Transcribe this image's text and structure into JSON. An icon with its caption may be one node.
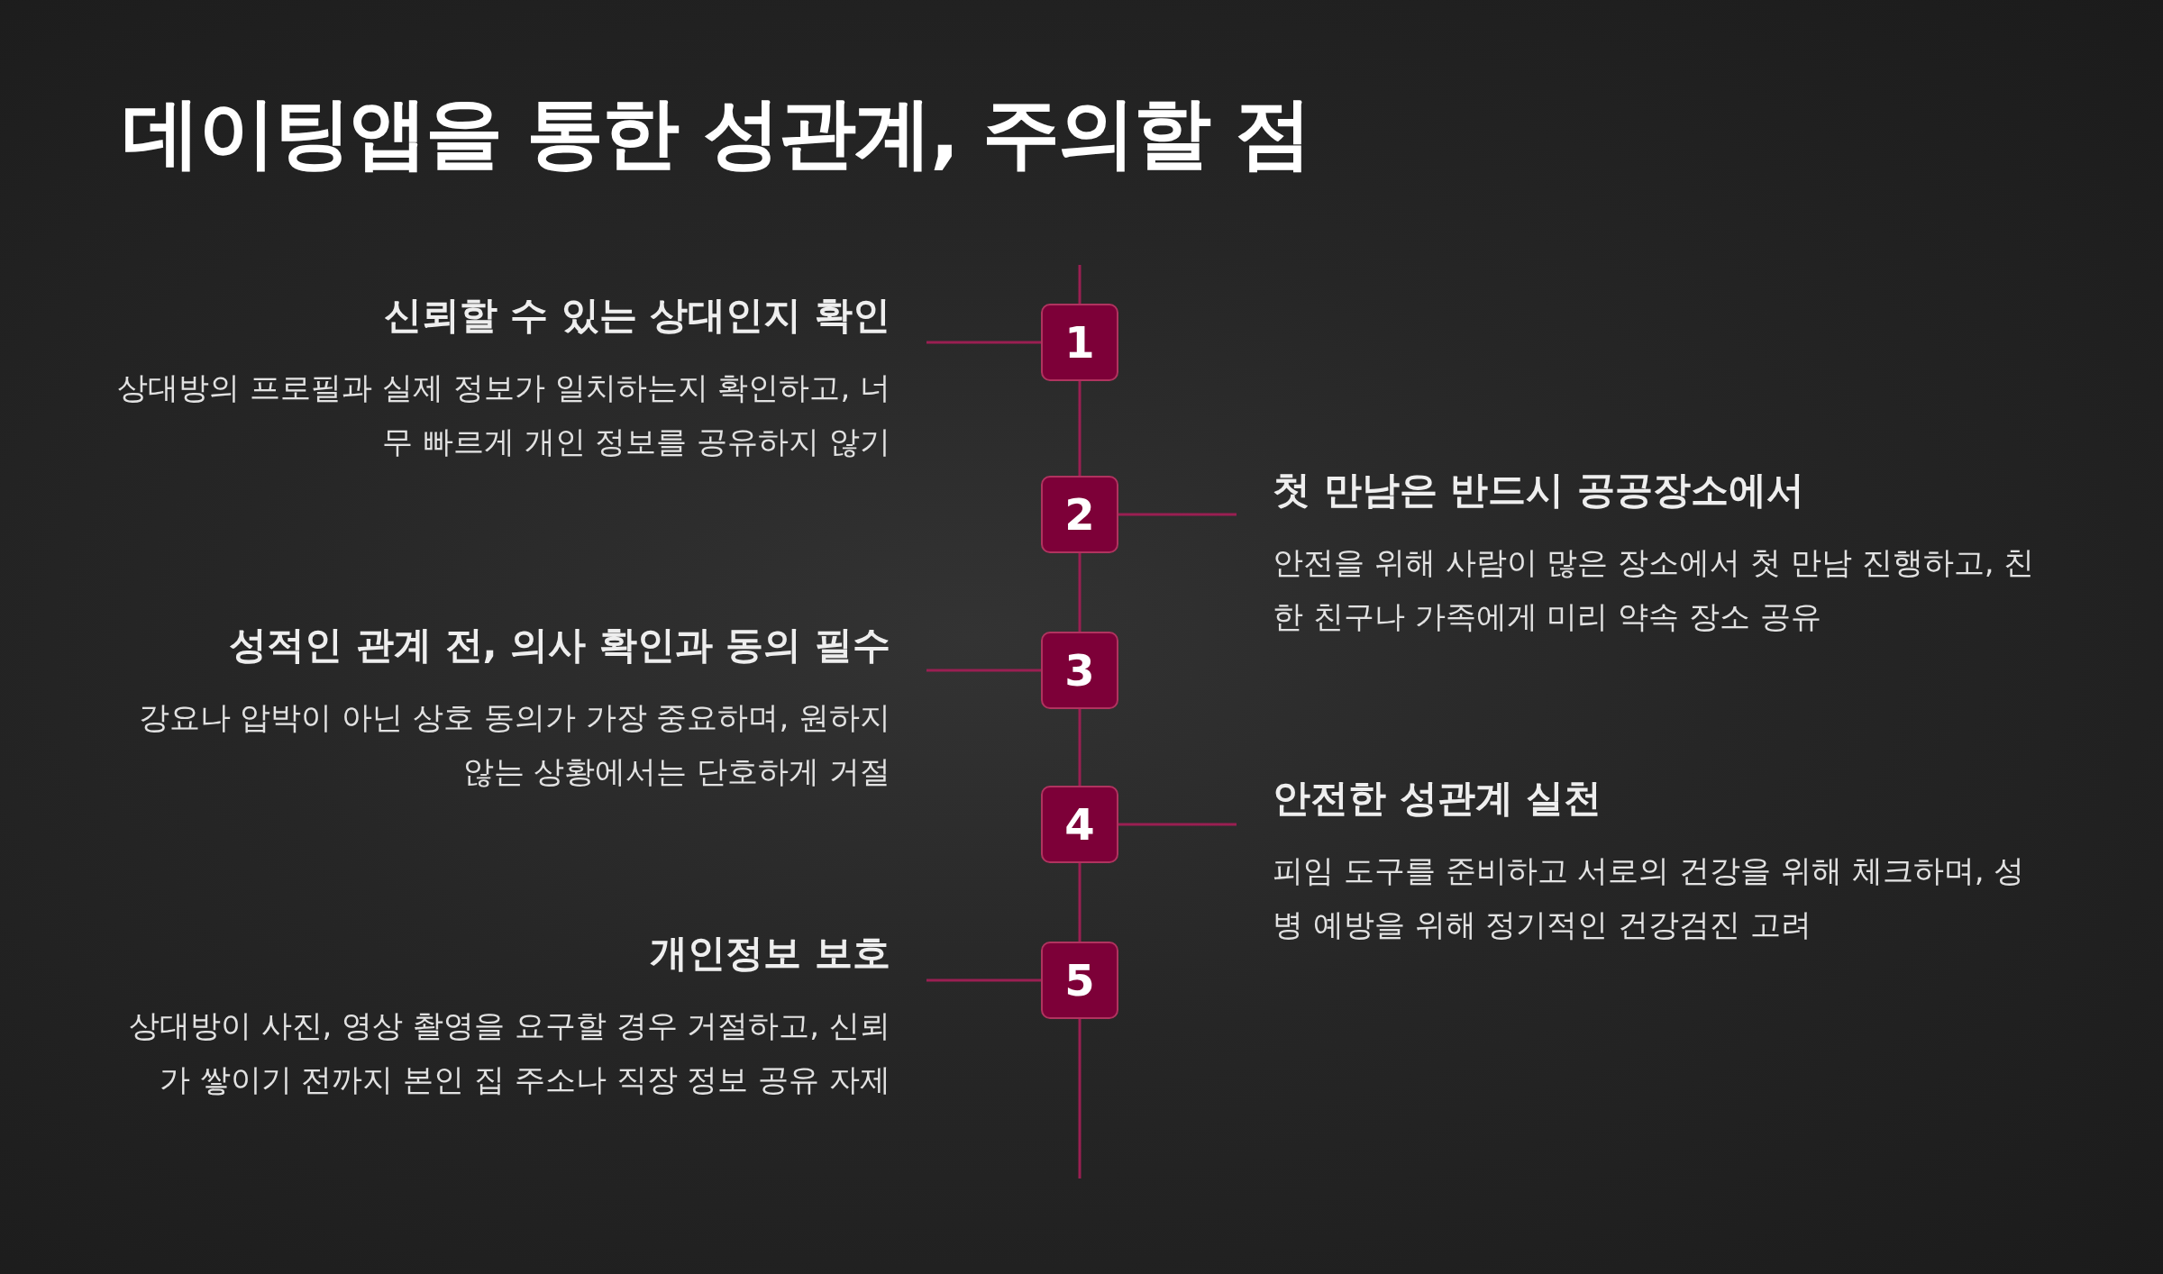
{
  "diagram": {
    "title": "데이팅앱을 통한 성관계, 주의할 점",
    "nodes": [
      {
        "text": [
          "1"
        ]
      },
      {
        "text": [
          "2"
        ]
      },
      {
        "text": [
          "3"
        ]
      },
      {
        "text": [
          "4"
        ]
      },
      {
        "text": [
          "5"
        ]
      },
      {
        "text": [
          "신뢰할 수 있는 상대인지 확인",
          "상대방의 프로필과 실제 정보가 일치하는지 확인하고, 너무 빠르게 개인 정보를 공유하지 않기"
        ]
      },
      {
        "text": [
          "첫 만남은 반드시 공공장소에서",
          "안전을 위해 사람이 많은 장소에서 첫 만남 진행하고, 친한 친구나 가족에게 미리 약속 장소 공유"
        ]
      },
      {
        "text": [
          "성적인 관계 전, 의사 확인과 동의 필수",
          "강요나 압박이 아닌 상호 동의가 가장 중요하며, 원하지 않는 상황에서는 단호하게 거절"
        ]
      },
      {
        "text": [
          "안전한 성관계 실천",
          "피임 도구를 준비하고 서로의 건강을 위해 체크하며, 성병 예방을 위해 정기적인 건강검진 고려"
        ]
      },
      {
        "text": [
          "개인정보 보호",
          "상대방이 사진, 영상 촬영을 요구할 경우 거절하고, 신뢰가 쌓이기 전까지 본인 집 주소나 직장 정보 공유 자제"
        ]
      }
    ],
    "edges": [
      {
        "from": 0,
        "to": 1,
        "arrow": "none"
      },
      {
        "from": 1,
        "to": 2,
        "arrow": "none"
      },
      {
        "from": 2,
        "to": 3,
        "arrow": "none"
      },
      {
        "from": 3,
        "to": 4,
        "arrow": "none"
      },
      {
        "from": 0,
        "to": 5,
        "arrow": "none"
      },
      {
        "from": 1,
        "to": 6,
        "arrow": "none"
      },
      {
        "from": 2,
        "to": 7,
        "arrow": "none"
      },
      {
        "from": 3,
        "to": 8,
        "arrow": "none"
      },
      {
        "from": 4,
        "to": 9,
        "arrow": "none"
      }
    ]
  }
}
